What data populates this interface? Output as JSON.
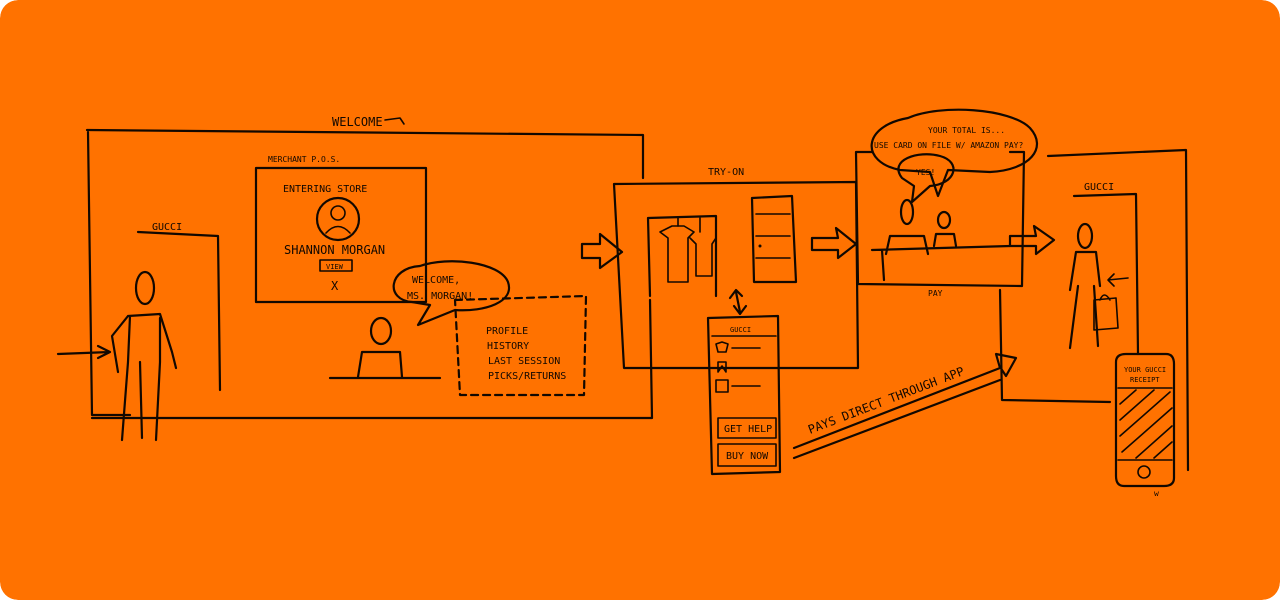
{
  "colors": {
    "background": "#ff7200",
    "ink": "#120800"
  },
  "labels": {
    "welcome": "WELCOME",
    "merchant_pos": "MERCHANT P.O.S.",
    "entering_store": "ENTERING STORE",
    "customer_name": "SHANNON MORGAN",
    "view_button": "VIEW",
    "close_mark": "X",
    "greeting_line1": "WELCOME,",
    "greeting_line2": "MS. MORGAN!",
    "profile_items": [
      "PROFILE",
      "HISTORY",
      "LAST SESSION",
      "PICKS/RETURNS"
    ],
    "store_sign_left": "GUCCI",
    "try_on": "TRY-ON",
    "phone_brand": "GUCCI",
    "get_help": "GET HELP",
    "buy_now": "BUY NOW",
    "pays_direct": "PAYS DIRECT THROUGH APP",
    "total_line1": "YOUR TOTAL IS...",
    "total_line2": "USE CARD ON FILE W/ AMAZON PAY?",
    "yes_reply": "YES!",
    "pay": "PAY",
    "store_sign_right": "GUCCI",
    "receipt_line1": "YOUR GUCCI",
    "receipt_line2": "RECEIPT"
  }
}
